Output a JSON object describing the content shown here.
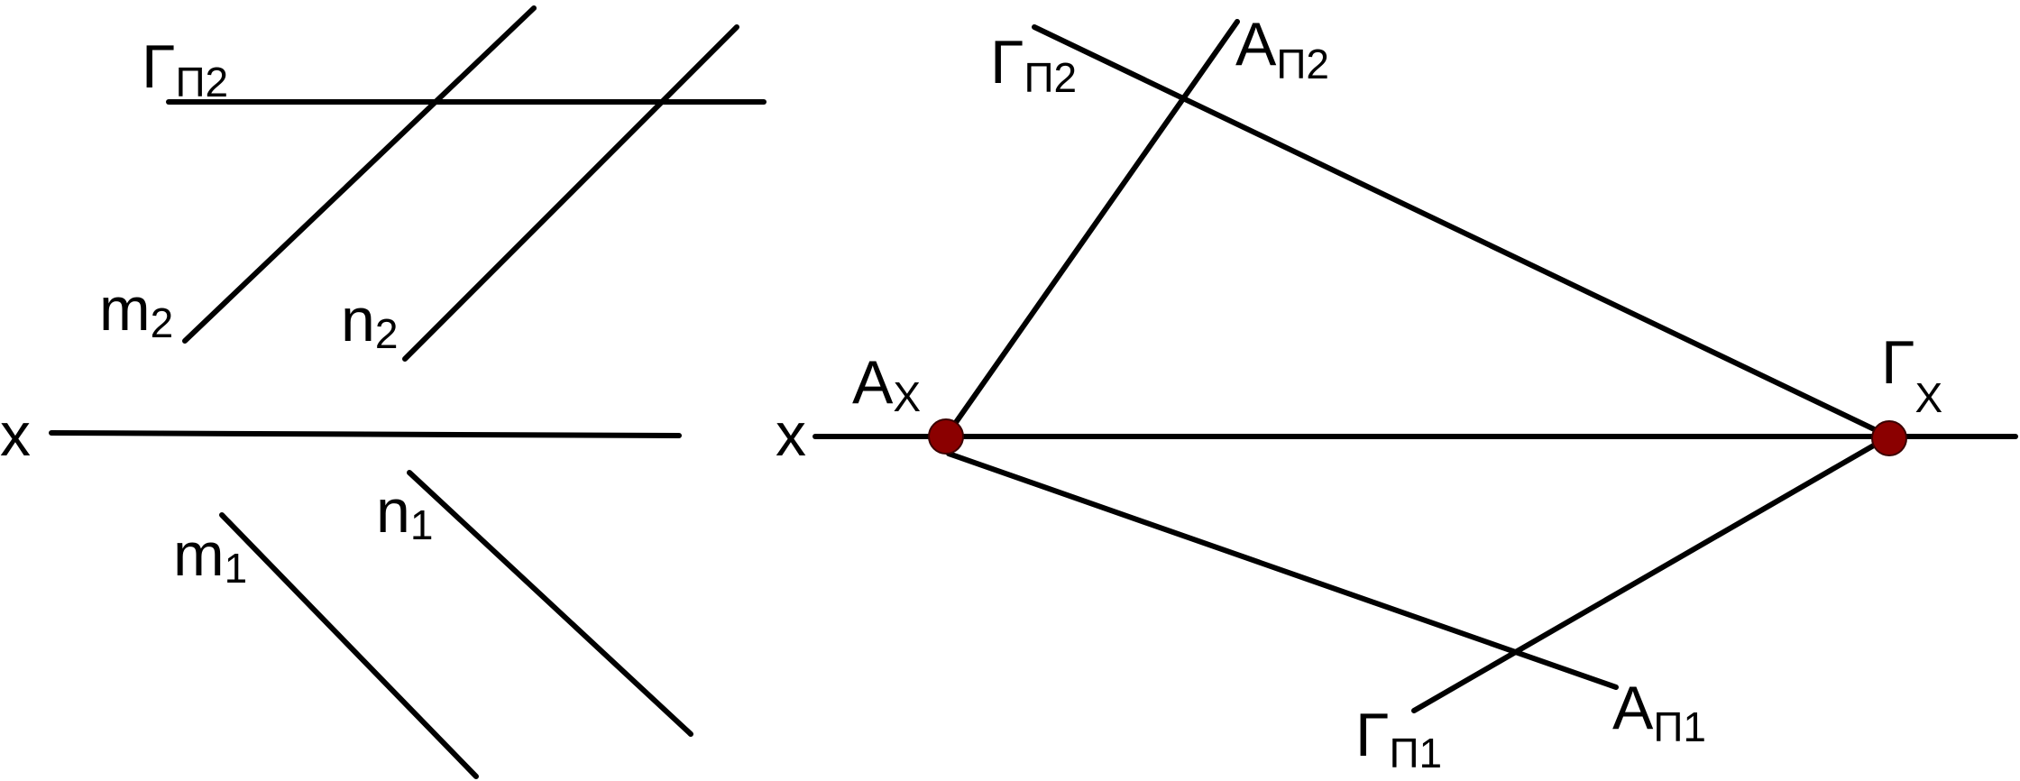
{
  "colors": {
    "line": "#000000",
    "point_fill": "#8b0000",
    "background": "#ffffff"
  },
  "left_figure": {
    "gamma_trace": {
      "main": "Γ",
      "sub": "П2"
    },
    "m2": {
      "main": "m",
      "sub": "2"
    },
    "n2": {
      "main": "n",
      "sub": "2"
    },
    "x_axis": "x",
    "m1": {
      "main": "m",
      "sub": "1"
    },
    "n1": {
      "main": "n",
      "sub": "1"
    }
  },
  "right_figure": {
    "gamma_p2": {
      "main": "Γ",
      "sub": "П2"
    },
    "a_p2": {
      "main": "A",
      "sub": "П2"
    },
    "a_x": {
      "main": "A",
      "sub": "X"
    },
    "gamma_x": {
      "main": "Γ",
      "sub": "X"
    },
    "x_axis": "x",
    "gamma_p1": {
      "main": "Γ",
      "sub": "П1"
    },
    "a_p1": {
      "main": "A",
      "sub": "П1"
    }
  }
}
